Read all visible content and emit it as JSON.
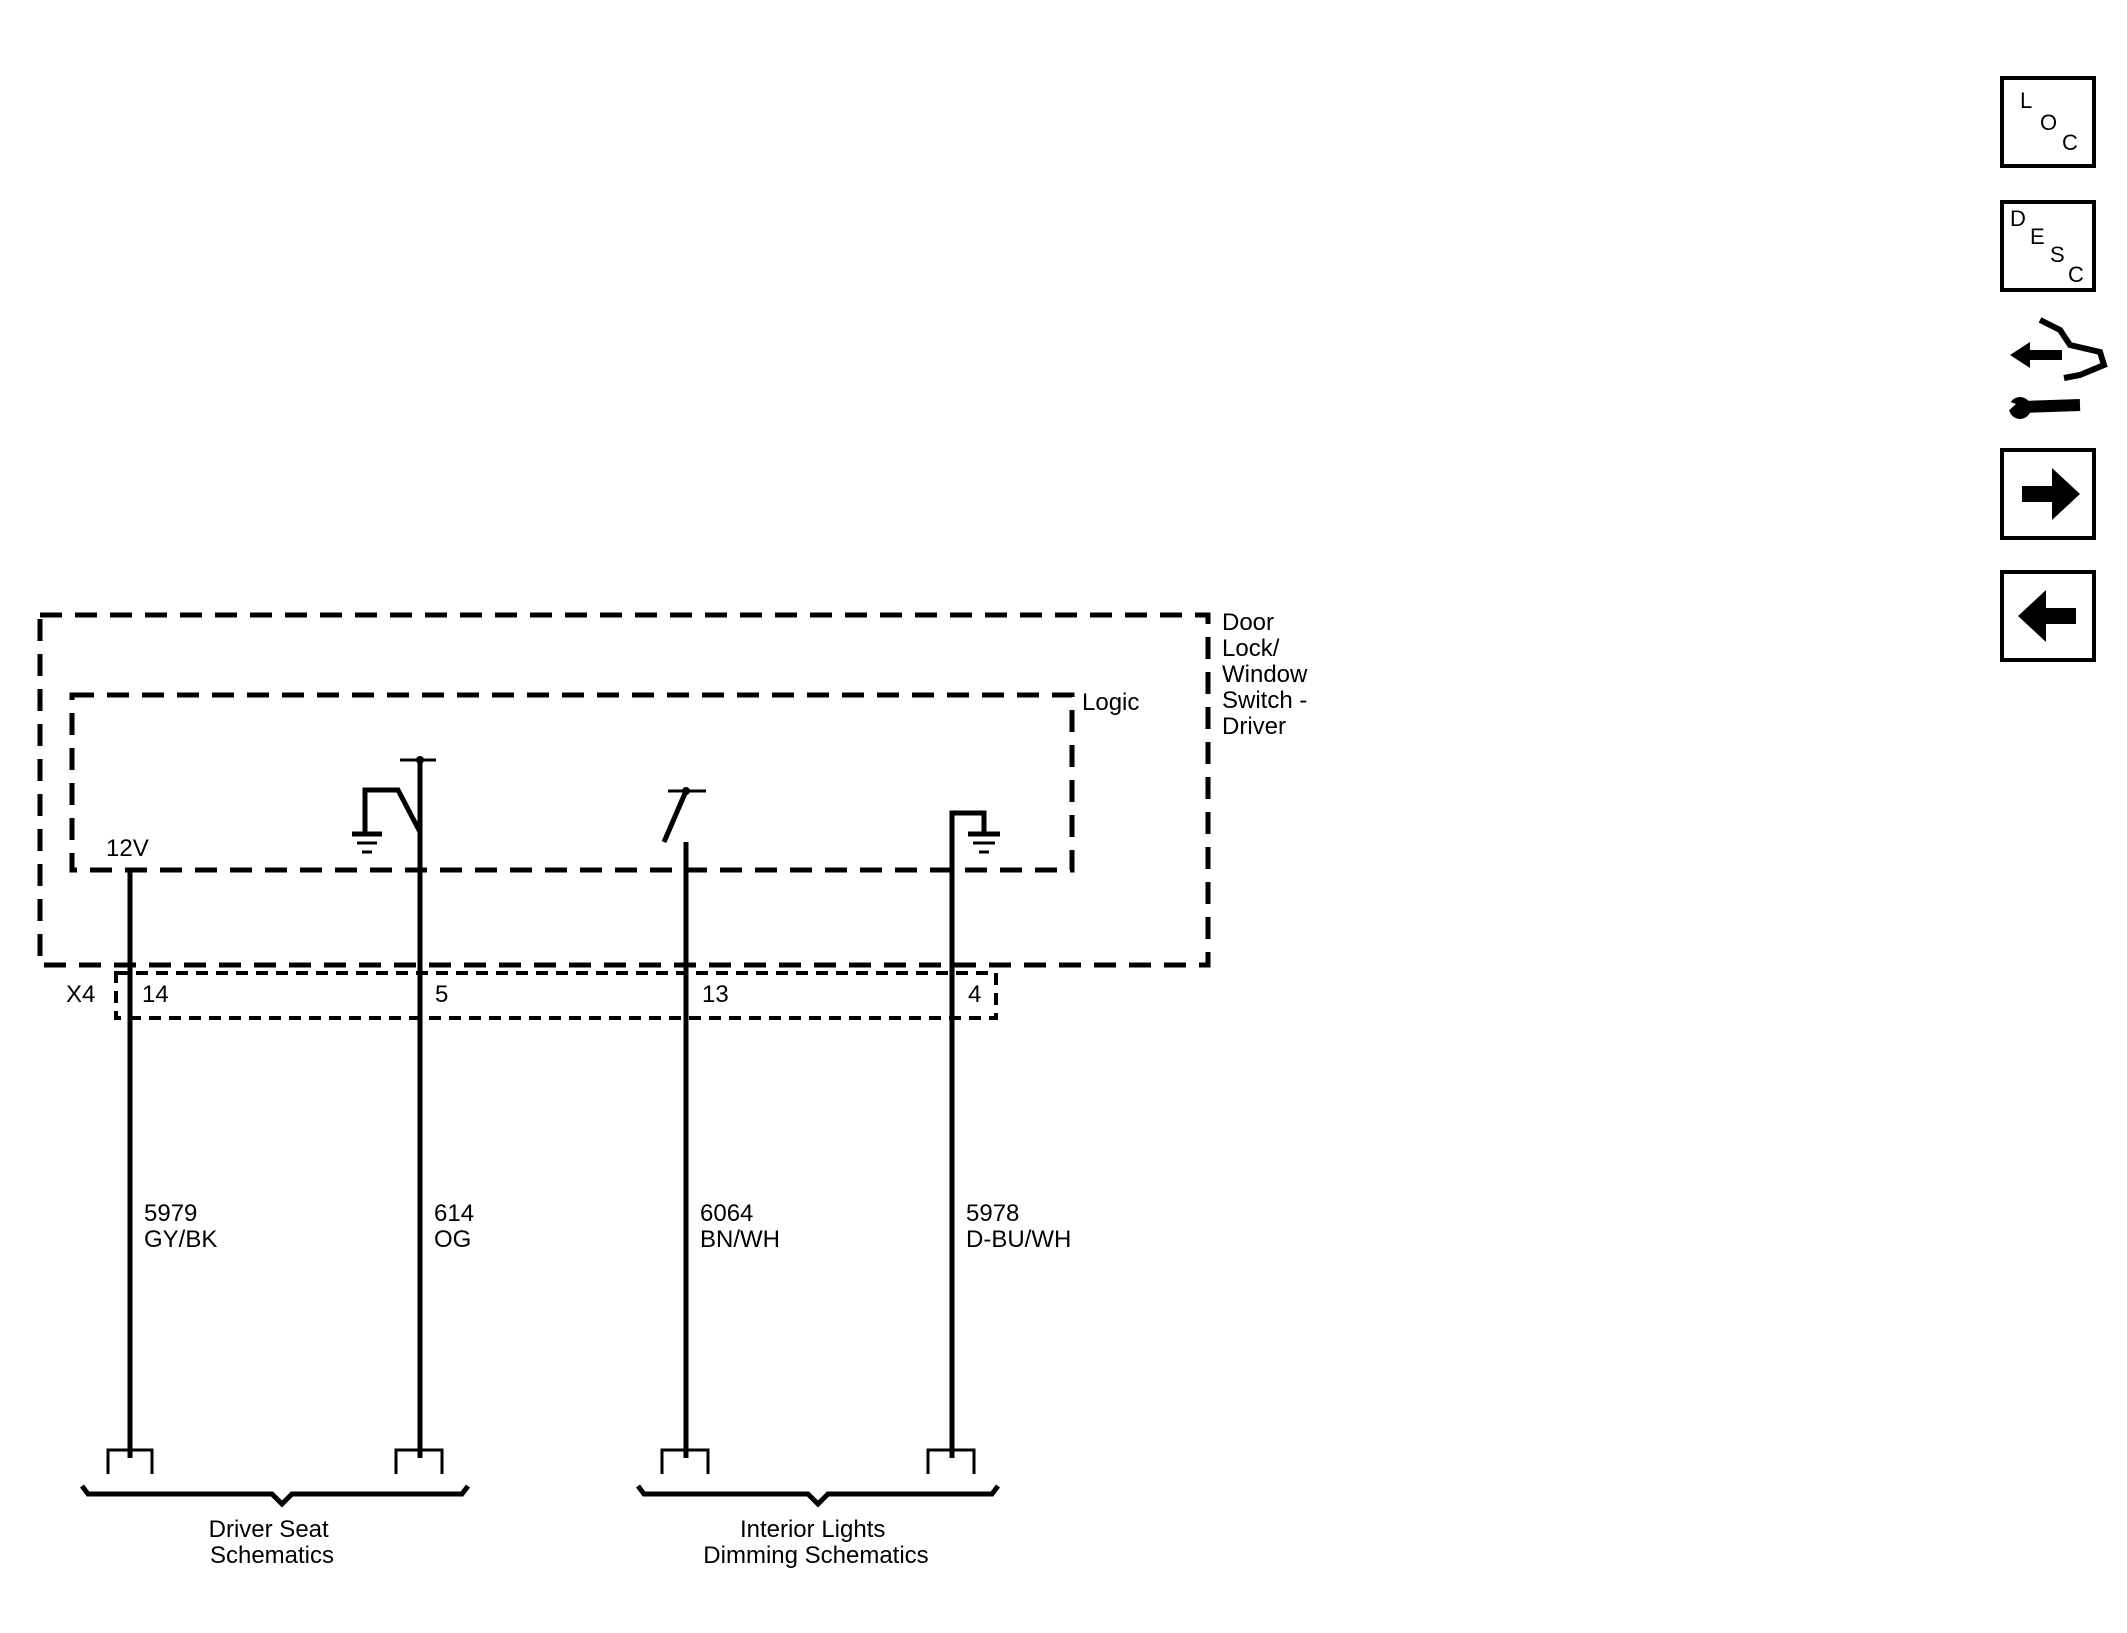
{
  "component": {
    "name_lines": [
      "Door",
      "Lock/",
      "Window",
      "Switch -",
      "Driver"
    ],
    "logic_label": "Logic",
    "supply_label": "12V"
  },
  "connector": {
    "id": "X4",
    "pins": [
      "14",
      "5",
      "13",
      "4"
    ]
  },
  "wires": [
    {
      "circuit": "5979",
      "color": "GY/BK"
    },
    {
      "circuit": "614",
      "color": "OG"
    },
    {
      "circuit": "6064",
      "color": "BN/WH"
    },
    {
      "circuit": "5978",
      "color": "D-BU/WH"
    }
  ],
  "destinations": [
    {
      "lines": [
        "Driver Seat",
        "Schematics"
      ]
    },
    {
      "lines": [
        "Interior Lights",
        "Dimming Schematics"
      ]
    }
  ],
  "nav": {
    "loc": [
      "L",
      "O",
      "C"
    ],
    "desc": [
      "D",
      "E",
      "S",
      "C"
    ],
    "icons": [
      "connector-wrench-icon",
      "arrow-right-icon",
      "arrow-left-icon"
    ]
  }
}
